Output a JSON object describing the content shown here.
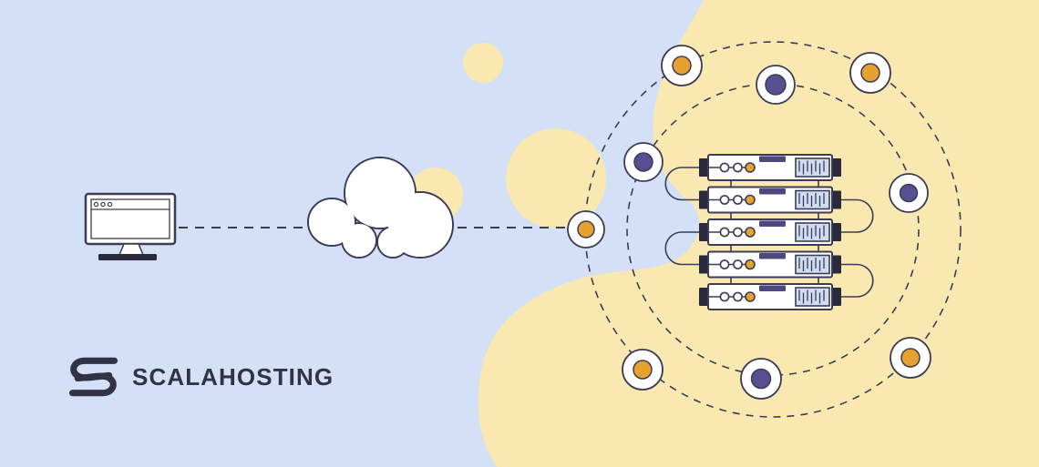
{
  "brand": {
    "logo_text": "SCALAHOSTING",
    "logo_icon": "scalahosting-s-icon"
  },
  "colors": {
    "bg": "#d3e0f5",
    "blob": "#f9e9b1",
    "outline": "#3c3c55",
    "dark": "#2a2a3f",
    "orange": "#e7a12f",
    "purple": "#564f90",
    "slot": "#4e4880",
    "vent": "#cfdcf3",
    "white": "#ffffff",
    "logo": "#323247"
  },
  "scene": {
    "icons": [
      "computer-monitor-icon",
      "cloud-icon",
      "server-stack-icon",
      "orbit-node-icon"
    ],
    "server_count": 5,
    "leds_per_server": 3,
    "orbit_rings": 2,
    "orbit_nodes": 9,
    "orbit_node_colors": [
      "orange",
      "purple",
      "orange",
      "purple",
      "orange",
      "purple",
      "orange",
      "purple",
      "orange"
    ]
  }
}
